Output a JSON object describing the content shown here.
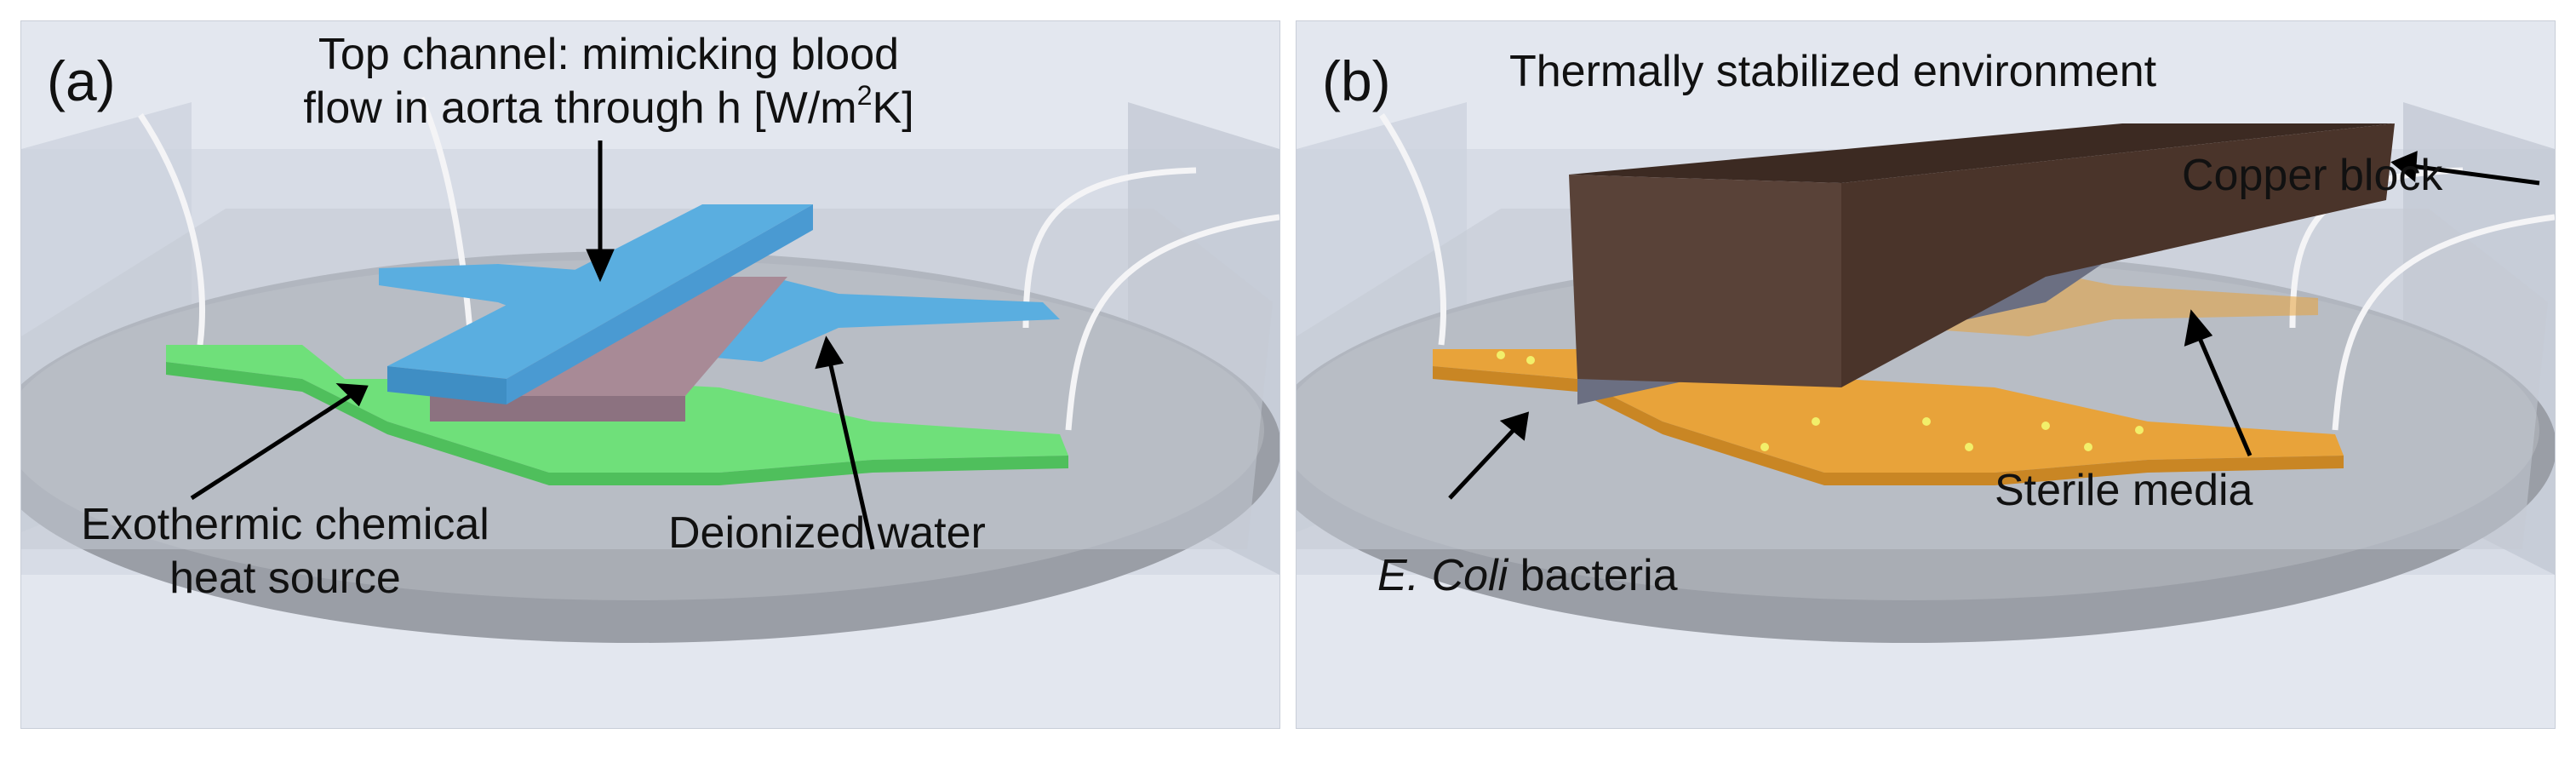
{
  "panel_a": {
    "letter": "(a)",
    "top_channel_line1": "Top channel: mimicking blood",
    "top_channel_line2_pre": "flow in aorta through h [W/m",
    "top_channel_sup": "2",
    "top_channel_line2_post": "K]",
    "heat_source_line1": "Exothermic chemical",
    "heat_source_line2": "heat source",
    "water_label": "Deionized water",
    "colors": {
      "top_channel": "#5aaee0",
      "heat_source": "#6fe07a"
    }
  },
  "panel_b": {
    "letter": "(b)",
    "environment_label": "Thermally stabilized environment",
    "copper_label": "Copper block",
    "sterile_label": "Sterile media",
    "bacteria_italic": "E. Coli",
    "bacteria_rest": " bacteria",
    "colors": {
      "copper": "#4a342a",
      "channel": "#e8a33a",
      "bacteria": "#f2ef6a"
    }
  }
}
